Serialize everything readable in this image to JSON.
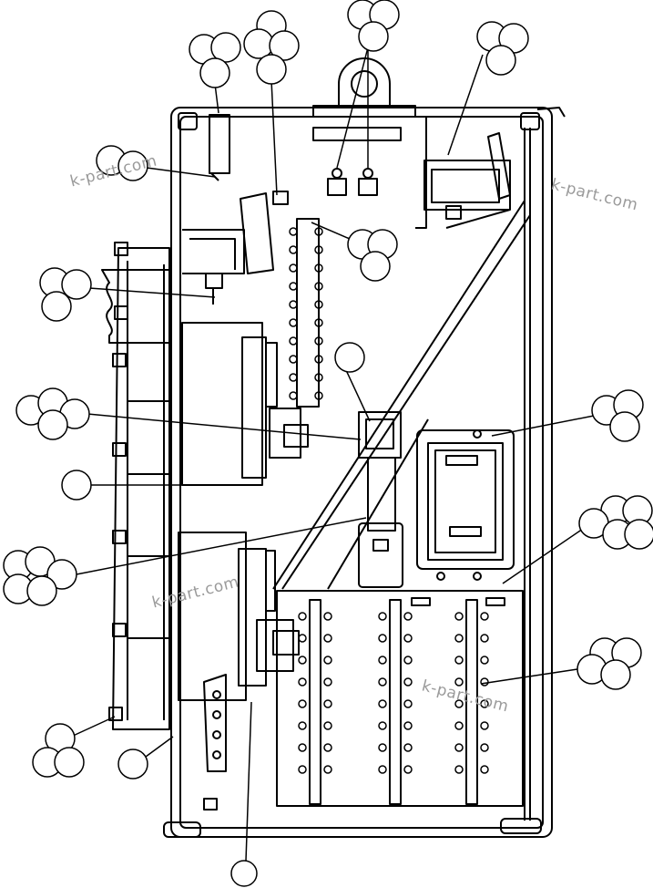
{
  "watermarks": [
    "k-part.com",
    "k-part.com",
    "k-part.com",
    "k-part.com"
  ],
  "colors": {
    "line": "#000000",
    "background": "#ffffff",
    "watermark": "#9a9a9a"
  },
  "callouts": [
    {
      "id": "c-top-left",
      "bubbles": 3
    },
    {
      "id": "c-top-left-2",
      "bubbles": 4
    },
    {
      "id": "c-top-center",
      "bubbles": 3
    },
    {
      "id": "c-top-right",
      "bubbles": 3
    },
    {
      "id": "c-upper-left",
      "bubbles": 2
    },
    {
      "id": "c-terminal-top",
      "bubbles": 3
    },
    {
      "id": "c-left-bracket",
      "bubbles": 3
    },
    {
      "id": "c-center-single",
      "bubbles": 1
    },
    {
      "id": "c-left-mid",
      "bubbles": 4
    },
    {
      "id": "c-right-unit",
      "bubbles": 3
    },
    {
      "id": "c-left-single",
      "bubbles": 1
    },
    {
      "id": "c-right-lower",
      "bubbles": 5
    },
    {
      "id": "c-left-lower",
      "bubbles": 5
    },
    {
      "id": "c-right-terminal",
      "bubbles": 4
    },
    {
      "id": "c-bottom-left",
      "bubbles": 3
    },
    {
      "id": "c-bottom-single",
      "bubbles": 1
    },
    {
      "id": "c-bottom-center",
      "bubbles": 1
    }
  ]
}
